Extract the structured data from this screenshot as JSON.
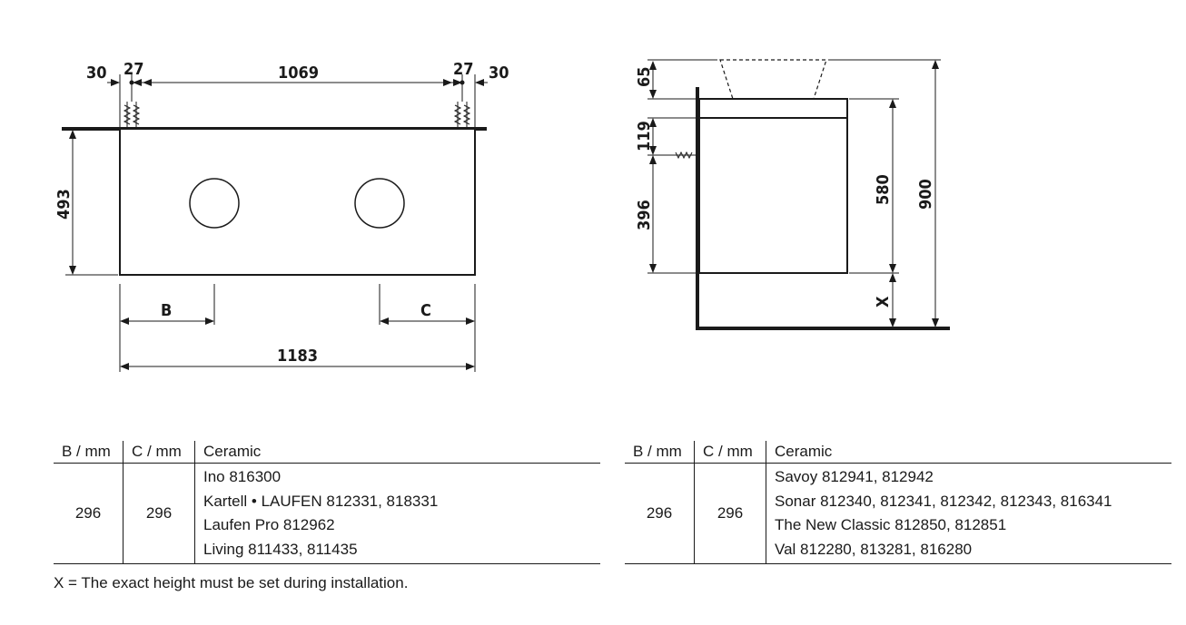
{
  "front_view": {
    "dim_30_left": "30",
    "dim_27_left": "27",
    "dim_1069": "1069",
    "dim_27_right": "27",
    "dim_30_right": "30",
    "dim_493": "493",
    "dim_b": "B",
    "dim_c": "C",
    "dim_1183": "1183"
  },
  "side_view": {
    "dim_65": "65",
    "dim_119": "119",
    "dim_396": "396",
    "dim_580": "580",
    "dim_900": "900",
    "dim_x": "X"
  },
  "table_left": {
    "headers": [
      "B / mm",
      "C / mm",
      "Ceramic"
    ],
    "b_value": "296",
    "c_value": "296",
    "ceramics": [
      "Ino 816300",
      "Kartell • LAUFEN 812331, 818331",
      "Laufen Pro 812962",
      "Living 811433, 811435"
    ]
  },
  "table_right": {
    "headers": [
      "B / mm",
      "C / mm",
      "Ceramic"
    ],
    "b_value": "296",
    "c_value": "296",
    "ceramics": [
      "Savoy 812941, 812942",
      "Sonar 812340, 812341, 812342, 812343, 816341",
      "The New Classic 812850, 812851",
      "Val 812280, 813281, 816280"
    ]
  },
  "footnote": "X = The exact height must be set during installation."
}
